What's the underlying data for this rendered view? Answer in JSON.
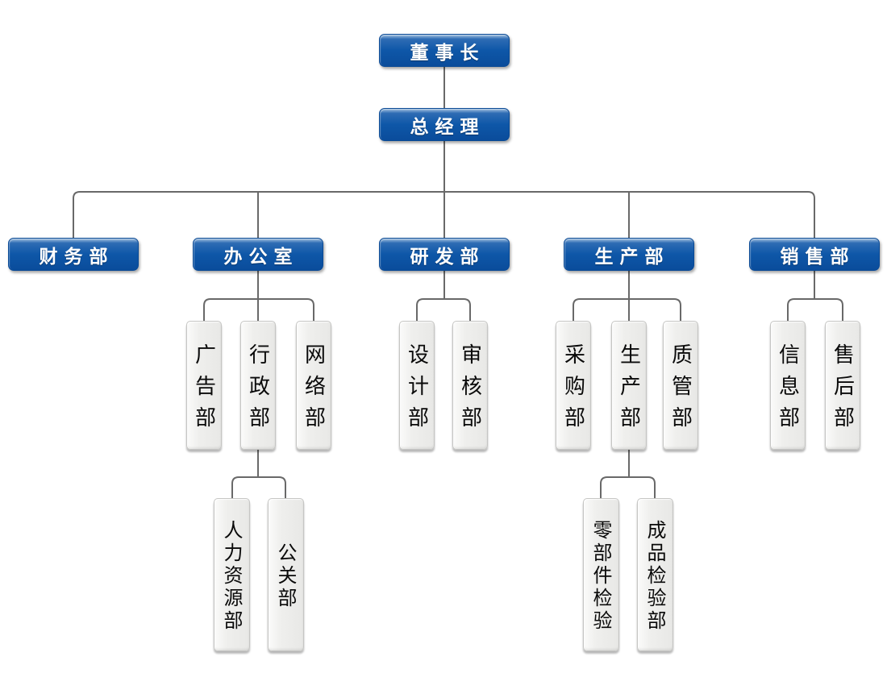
{
  "diagram_type": "org-chart",
  "colors": {
    "background": "#ffffff",
    "primary_node_fill": "#0e57a8",
    "primary_node_border": "#0a4a95",
    "primary_node_text": "#ffffff",
    "secondary_node_fill": "#ebebe9",
    "secondary_node_border": "#c6c6c4",
    "secondary_node_text": "#0a0a0a",
    "connector": "#696969"
  },
  "nodes": {
    "chairman": {
      "label": "董事长",
      "level": 1
    },
    "general_manager": {
      "label": "总经理",
      "level": 2
    },
    "finance": {
      "label": "财务部",
      "level": 3
    },
    "office": {
      "label": "办公室",
      "level": 3
    },
    "rnd": {
      "label": "研发部",
      "level": 3
    },
    "production": {
      "label": "生产部",
      "level": 3
    },
    "sales": {
      "label": "销售部",
      "level": 3
    },
    "advertising": {
      "label": "广告部",
      "level": 4
    },
    "administration": {
      "label": "行政部",
      "level": 4
    },
    "network": {
      "label": "网络部",
      "level": 4
    },
    "design": {
      "label": "设计部",
      "level": 4
    },
    "audit": {
      "label": "审核部",
      "level": 4
    },
    "purchasing": {
      "label": "采购部",
      "level": 4
    },
    "production_sub": {
      "label": "生产部",
      "level": 4
    },
    "quality": {
      "label": "质管部",
      "level": 4
    },
    "information": {
      "label": "信息部",
      "level": 4
    },
    "after_sales": {
      "label": "售后部",
      "level": 4
    },
    "human_resources": {
      "label": "人力资源部",
      "level": 5
    },
    "public_relations": {
      "label": "公关部",
      "level": 5
    },
    "parts_inspection": {
      "label": "零部件检验",
      "level": 5
    },
    "finished_inspection": {
      "label": "成品检验部",
      "level": 5
    }
  },
  "hierarchy": [
    {
      "parent": "chairman",
      "children": [
        "general_manager"
      ]
    },
    {
      "parent": "general_manager",
      "children": [
        "finance",
        "office",
        "rnd",
        "production",
        "sales"
      ]
    },
    {
      "parent": "office",
      "children": [
        "advertising",
        "administration",
        "network"
      ]
    },
    {
      "parent": "administration",
      "children": [
        "human_resources",
        "public_relations"
      ]
    },
    {
      "parent": "rnd",
      "children": [
        "design",
        "audit"
      ]
    },
    {
      "parent": "production",
      "children": [
        "purchasing",
        "production_sub",
        "quality"
      ]
    },
    {
      "parent": "production_sub",
      "children": [
        "parts_inspection",
        "finished_inspection"
      ]
    },
    {
      "parent": "sales",
      "children": [
        "information",
        "after_sales"
      ]
    }
  ]
}
